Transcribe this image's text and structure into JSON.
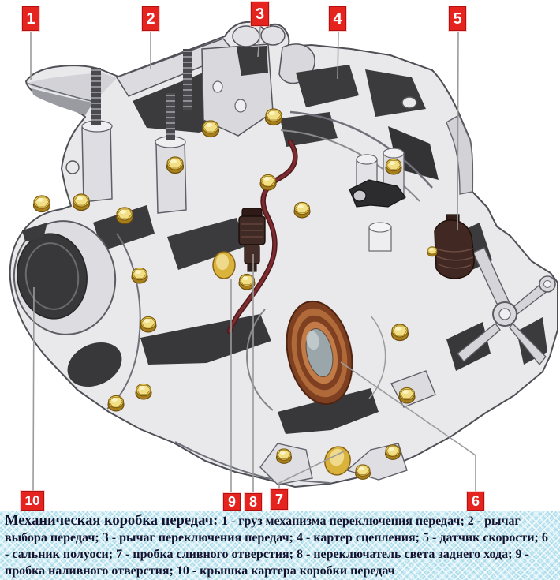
{
  "figure": {
    "type": "technical-parts-diagram",
    "subject": "Механическая коробка передач"
  },
  "callouts": [
    {
      "num": "1",
      "part": "груз механизма переключения передач"
    },
    {
      "num": "2",
      "part": "рычаг выбора передач"
    },
    {
      "num": "3",
      "part": "рычаг переключения передач"
    },
    {
      "num": "4",
      "part": "картер сцепления"
    },
    {
      "num": "5",
      "part": "датчик скорости"
    },
    {
      "num": "6",
      "part": "сальник полуоси"
    },
    {
      "num": "7",
      "part": "пробка сливного отверстия"
    },
    {
      "num": "8",
      "part": "переключатель света заднего хода"
    },
    {
      "num": "9",
      "part": "пробка наливного отверстия"
    },
    {
      "num": "10",
      "part": "крышка картера коробки передач"
    }
  ],
  "caption": {
    "title": "Механическая коробка передач: ",
    "items": [
      {
        "text": "1 - груз механизма переключения передач; "
      },
      {
        "text": "2 - рычаг выбора передач; "
      },
      {
        "text": "3 - рычаг переключения передач; "
      },
      {
        "text": "4 - картер сцепления; "
      },
      {
        "text": "5 - датчик скорости; "
      },
      {
        "text": "6 - сальник полуоси; "
      },
      {
        "text": "7 - пробка сливного отверстия; "
      },
      {
        "text": "8 - переключатель света заднего хода; "
      },
      {
        "text": "9 - пробка наливного отверстия; "
      },
      {
        "text": "10 - крышка картера коробки передач"
      }
    ]
  },
  "colors": {
    "callout_red": "#e5231f",
    "caption_background": "#d3eff7",
    "caption_text": "#131330",
    "leader_line_gray": "#9b9b9b",
    "bolt_gold": "#eacc55",
    "seal_copper": "#b06a3a",
    "wire_dark_red": "#7d2c30",
    "housing_gray": "#e9e9ec",
    "recess_dark": "#3b3b3e"
  }
}
